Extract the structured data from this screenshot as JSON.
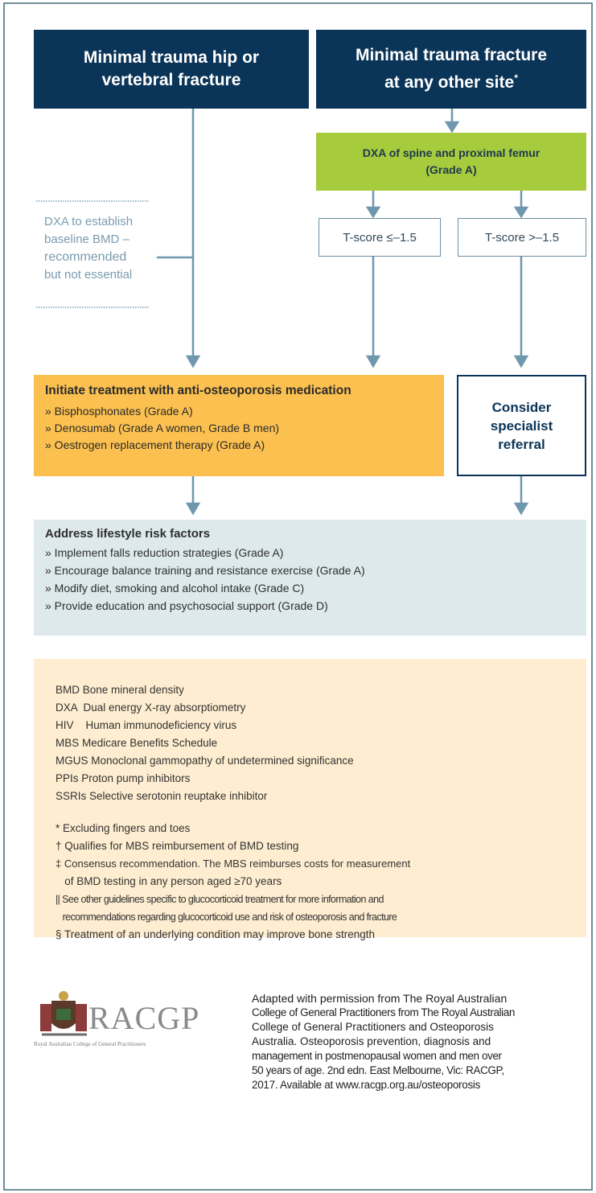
{
  "top_left_box": {
    "line1": "Minimal trauma hip or",
    "line2": "vertebral fracture"
  },
  "top_right_box": {
    "line1": "Minimal trauma fracture",
    "line2": "at any other site",
    "mark": "*"
  },
  "dxa_box": {
    "line1": "DXA of spine and proximal femur",
    "line2": "(Grade A)"
  },
  "tscore_low": "T-score ≤–1.5",
  "tscore_high": "T-score >–1.5",
  "dxa_note": [
    "DXA to establish",
    "baseline BMD –",
    "recommended",
    "but not essential"
  ],
  "treatment": {
    "heading": "Initiate treatment with anti-osteoporosis medication",
    "items": [
      "» Bisphosphonates (Grade A)",
      "» Denosumab (Grade A women, Grade B men)",
      "» Oestrogen replacement therapy (Grade A)"
    ]
  },
  "referral": [
    "Consider",
    "specialist",
    "referral"
  ],
  "lifestyle": {
    "heading": "Address lifestyle risk factors",
    "items": [
      "» Implement falls reduction strategies (Grade A)",
      "» Encourage balance training and resistance exercise (Grade A)",
      "» Modify diet, smoking and alcohol intake (Grade C)",
      "» Provide education and psychosocial support (Grade D)"
    ]
  },
  "abbreviations": [
    "BMD Bone mineral density",
    "DXA  Dual energy X-ray absorptiometry",
    "HIV    Human immunodeficiency virus",
    "MBS Medicare Benefits Schedule",
    "MGUS Monoclonal gammopathy of undetermined significance",
    "PPIs Proton pump inhibitors",
    "SSRIs Selective serotonin reuptake inhibitor"
  ],
  "footnotes": [
    "* Excluding fingers and toes",
    "† Qualifies for MBS reimbursement of BMD testing",
    "‡ Consensus recommendation. The MBS reimburses costs for measurement",
    "   of BMD testing in any person aged ≥70 years",
    "|| See other guidelines specific to glucocorticoid treatment for more information and",
    "   recommendations regarding glucocorticoid use and risk of osteoporosis and fracture",
    "§ Treatment of an underlying condition may improve bone strength"
  ],
  "logo": {
    "text": "RACGP",
    "subtitle": "Royal Australian College of General Practitioners"
  },
  "credit": [
    "Adapted with permission from The Royal Australian",
    "College of General Practitioners from The Royal Australian",
    "College of General Practitioners and Osteoporosis",
    "Australia. Osteoporosis prevention, diagnosis and",
    "management in postmenopausal women and men over",
    "50 years of age. 2nd edn. East Melbourne, Vic: RACGP,",
    "2017. Available at www.racgp.org.au/osteoporosis"
  ],
  "colors": {
    "navy": "#0b3558",
    "green": "#a6cb3c",
    "orange": "#fbc04f",
    "teal": "#dde9ea",
    "cream": "#feedd0",
    "connector": "#6f97ad"
  }
}
